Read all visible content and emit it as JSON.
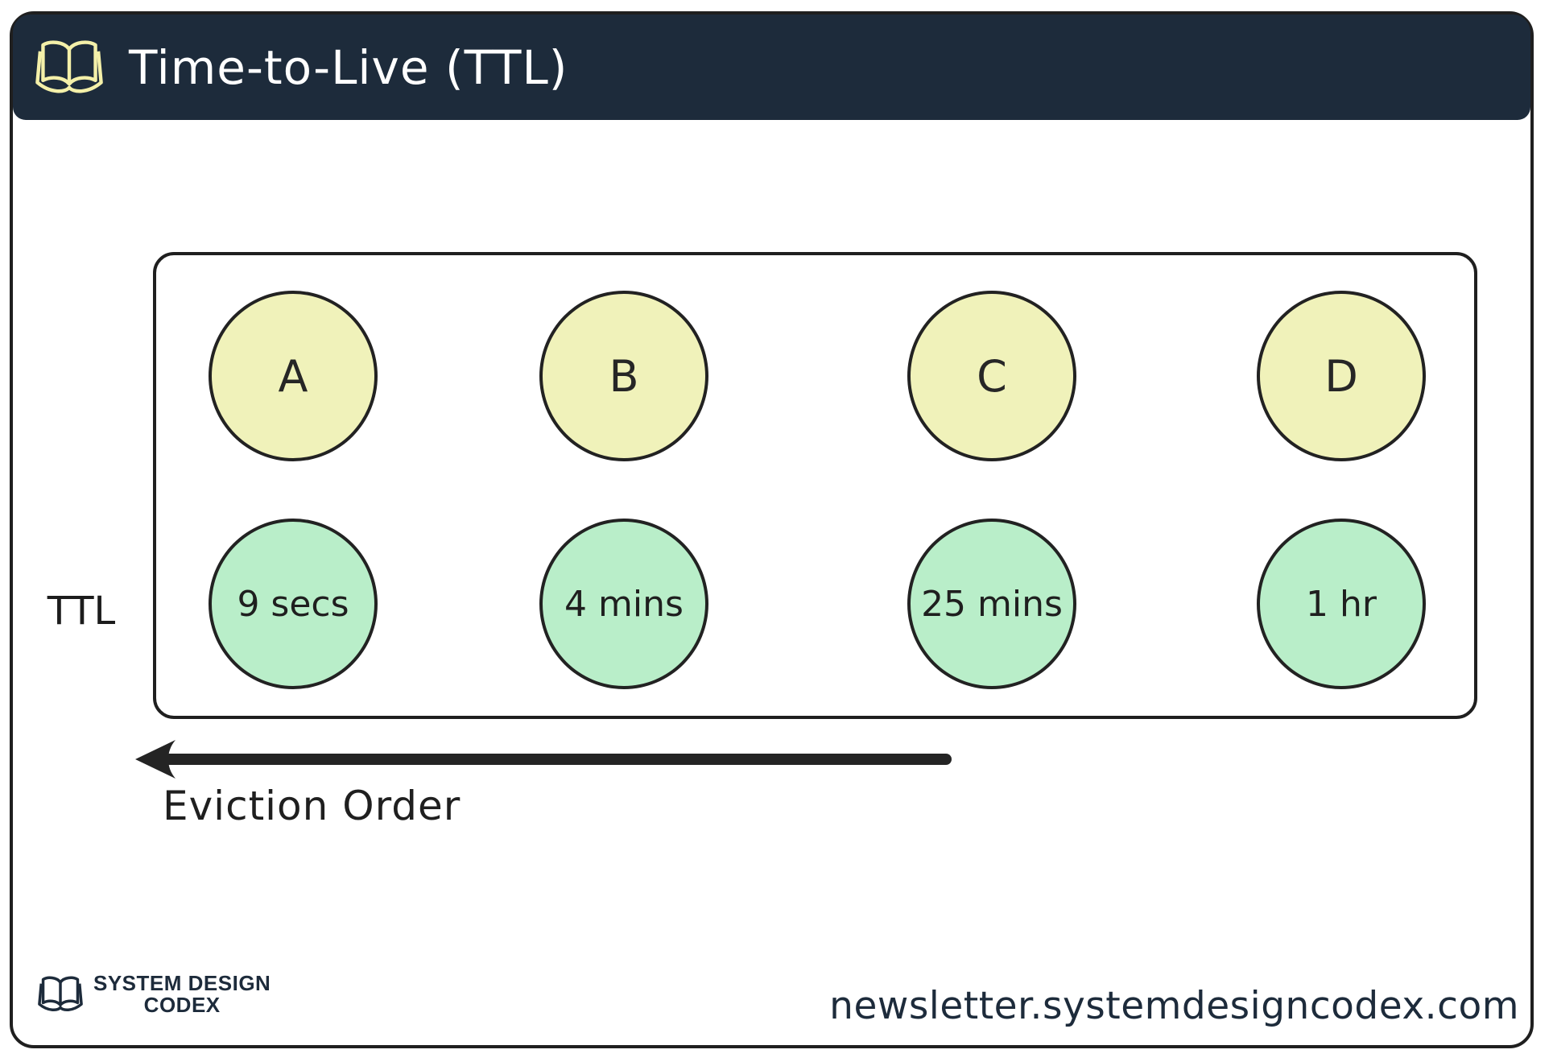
{
  "header": {
    "title": "Time-to-Live (TTL)",
    "icon": "open-book-icon"
  },
  "diagram": {
    "ttl_axis_label": "TTL",
    "eviction_label": "Eviction Order",
    "items": [
      {
        "key": "A",
        "ttl": "9 secs"
      },
      {
        "key": "B",
        "ttl": "4 mins"
      },
      {
        "key": "C",
        "ttl": "25 mins"
      },
      {
        "key": "D",
        "ttl": "1 hr"
      }
    ]
  },
  "footer": {
    "logo_line1": "SYSTEM DESIGN",
    "logo_line2": "CODEX",
    "newsletter": "newsletter.systemdesigncodex.com"
  },
  "colors": {
    "header_bg": "#1d2b3b",
    "header_fg": "#ffffff",
    "key_circle_fill": "#f0f2ba",
    "ttl_circle_fill": "#b9eec9",
    "brand_navy": "#1d2b3b",
    "stroke": "#1f1f1f"
  }
}
